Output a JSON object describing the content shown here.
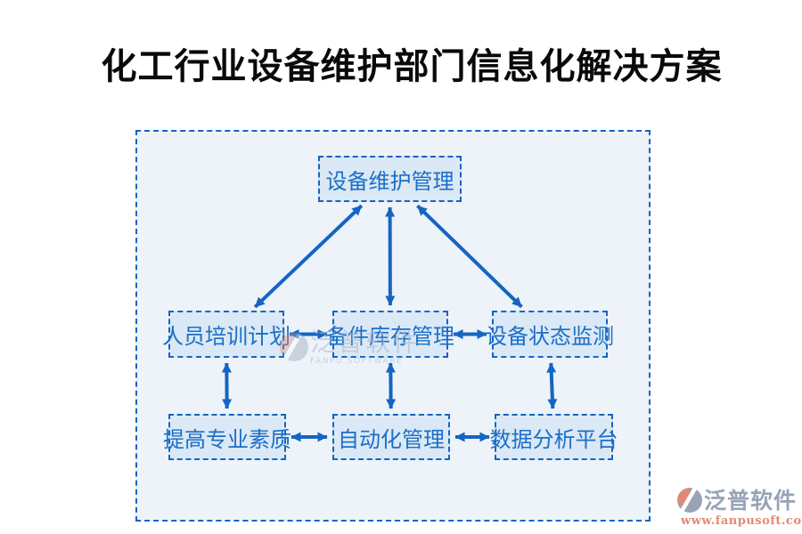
{
  "title": "化工行业设备维护部门信息化解决方案",
  "diagram": {
    "nodes": [
      {
        "id": "top",
        "label": "设备维护管理"
      },
      {
        "id": "mid_left",
        "label": "人员培训计划"
      },
      {
        "id": "mid_center",
        "label": "备件库存管理"
      },
      {
        "id": "mid_right",
        "label": "设备状态监测"
      },
      {
        "id": "bottom_left",
        "label": "提高专业素质"
      },
      {
        "id": "bottom_center",
        "label": "自动化管理"
      },
      {
        "id": "bottom_right",
        "label": "数据分析平台"
      }
    ],
    "edges": [
      {
        "from": "top",
        "to": "mid_left",
        "bidirectional": true
      },
      {
        "from": "top",
        "to": "mid_center",
        "bidirectional": true
      },
      {
        "from": "top",
        "to": "mid_right",
        "bidirectional": true
      },
      {
        "from": "mid_left",
        "to": "mid_center",
        "bidirectional": true
      },
      {
        "from": "mid_center",
        "to": "mid_right",
        "bidirectional": true
      },
      {
        "from": "mid_left",
        "to": "bottom_left",
        "bidirectional": true
      },
      {
        "from": "mid_center",
        "to": "bottom_center",
        "bidirectional": true
      },
      {
        "from": "mid_right",
        "to": "bottom_right",
        "bidirectional": true
      },
      {
        "from": "bottom_left",
        "to": "bottom_center",
        "bidirectional": true
      },
      {
        "from": "bottom_center",
        "to": "bottom_right",
        "bidirectional": true
      }
    ]
  },
  "watermark": {
    "brand": "泛普软件",
    "brand_en": "FANPU SOFTWARE"
  },
  "footer_logo": {
    "brand": "泛普软件",
    "website": "www.fanpusoft.com"
  },
  "colors": {
    "accent_blue": "#1565c2",
    "node_text": "#1a6fc8",
    "box_fill": "#dbe8f5",
    "container_fill": "#edf3f9",
    "title_text": "#0a0a0a",
    "logo_gray": "#98a3b6",
    "logo_salmon": "#e08a75"
  }
}
